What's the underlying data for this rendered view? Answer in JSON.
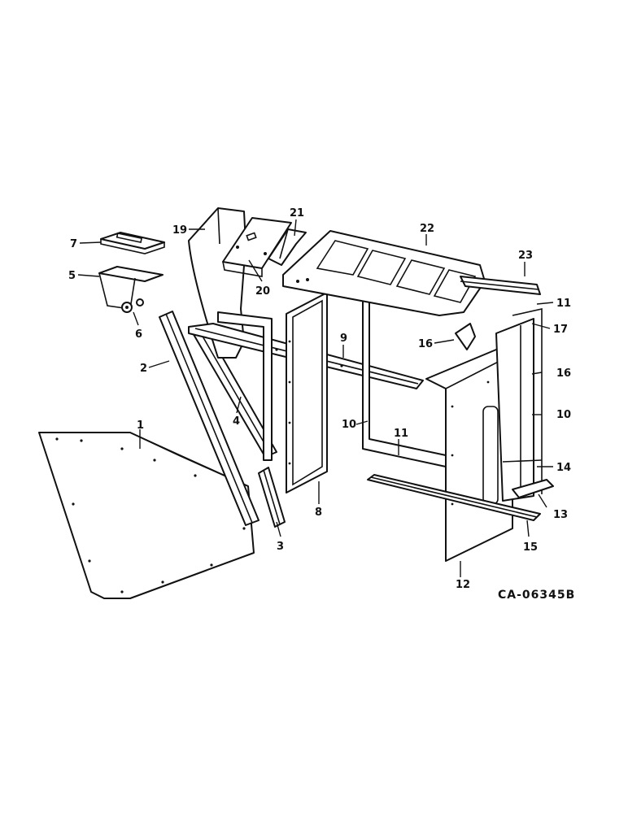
{
  "diagram": {
    "reference_code": "CA-06345B",
    "callouts": [
      {
        "id": "c1",
        "label": "1"
      },
      {
        "id": "c2",
        "label": "2"
      },
      {
        "id": "c3",
        "label": "3"
      },
      {
        "id": "c4",
        "label": "4"
      },
      {
        "id": "c5",
        "label": "5"
      },
      {
        "id": "c6",
        "label": "6"
      },
      {
        "id": "c7",
        "label": "7"
      },
      {
        "id": "c8",
        "label": "8"
      },
      {
        "id": "c9",
        "label": "9"
      },
      {
        "id": "c10a",
        "label": "10"
      },
      {
        "id": "c10b",
        "label": "10"
      },
      {
        "id": "c11a",
        "label": "11"
      },
      {
        "id": "c11b",
        "label": "11"
      },
      {
        "id": "c12",
        "label": "12"
      },
      {
        "id": "c13",
        "label": "13"
      },
      {
        "id": "c14",
        "label": "14"
      },
      {
        "id": "c15",
        "label": "15"
      },
      {
        "id": "c16a",
        "label": "16"
      },
      {
        "id": "c16b",
        "label": "16"
      },
      {
        "id": "c17",
        "label": "17"
      },
      {
        "id": "c19",
        "label": "19"
      },
      {
        "id": "c20",
        "label": "20"
      },
      {
        "id": "c21",
        "label": "21"
      },
      {
        "id": "c22",
        "label": "22"
      },
      {
        "id": "c23",
        "label": "23"
      }
    ]
  }
}
